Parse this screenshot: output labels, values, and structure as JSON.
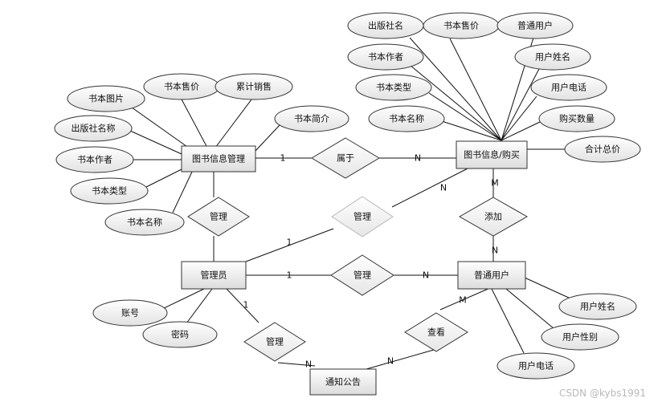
{
  "entities": {
    "book_info": "图书信息管理",
    "book_buy": "图书信息/购买",
    "admin": "管理员",
    "user": "普通用户",
    "notice": "通知公告"
  },
  "relations": {
    "belongs": "属于",
    "manage_books": "管理",
    "manage_buy": "管理",
    "manage_users": "管理",
    "add": "添加",
    "manage_notice": "管理",
    "view": "查看"
  },
  "attributes": {
    "book_info": [
      "书本图片",
      "书本售价",
      "累计销售",
      "书本简介",
      "出版社名称",
      "书本作者",
      "书本类型",
      "书本名称"
    ],
    "book_buy": [
      "出版社名",
      "书本售价",
      "普通用户",
      "书本作者",
      "用户姓名",
      "书本类型",
      "用户电话",
      "书本名称",
      "购买数量",
      "合计总价"
    ],
    "admin": [
      "账号",
      "密码"
    ],
    "user": [
      "用户姓名",
      "用户性别",
      "用户电话"
    ]
  },
  "cardinalities": {
    "belongs_left": "1",
    "belongs_right": "N",
    "buy_add": "M",
    "add_user": "N",
    "admin_manage_buy": "1",
    "manage_buy_right": "N",
    "admin_manage_user": "1",
    "manage_user_right": "N",
    "admin_notice": "1",
    "notice_left": "N",
    "notice_right": "N",
    "user_view": "M"
  },
  "watermark": "CSDN @kybs1991"
}
